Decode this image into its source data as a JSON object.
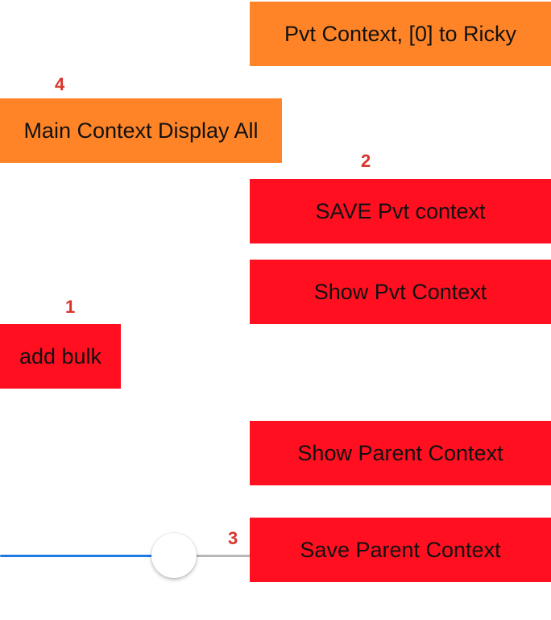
{
  "buttons": {
    "pvt_context_ricky": "Pvt Context, [0] to Ricky",
    "main_context_display_all": "Main Context Display All",
    "save_pvt_context": "SAVE Pvt context",
    "show_pvt_context": "Show Pvt Context",
    "add_bulk": "add bulk",
    "show_parent_context": "Show Parent Context",
    "save_parent_context": "Save Parent Context"
  },
  "markers": {
    "m1": "1",
    "m2": "2",
    "m3": "3",
    "m4": "4"
  },
  "slider": {
    "value_fraction": 0.67,
    "fill_color": "#1E7BE6",
    "rest_color": "#B7B7B7"
  },
  "colors": {
    "orange": "#FF8427",
    "red": "#FF0F20",
    "marker": "#D9342B"
  }
}
